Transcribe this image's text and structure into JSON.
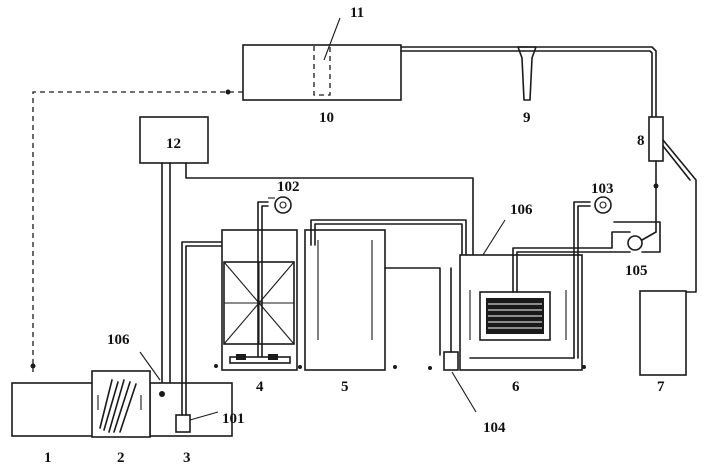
{
  "labels": {
    "l1": "1",
    "l2": "2",
    "l3": "3",
    "l4": "4",
    "l5": "5",
    "l6": "6",
    "l7": "7",
    "l8": "8",
    "l9": "9",
    "l10": "10",
    "l11": "11",
    "l12": "12",
    "l101": "101",
    "l102": "102",
    "l103": "103",
    "l104": "104",
    "l105": "105",
    "l106a": "106",
    "l106b": "106"
  }
}
